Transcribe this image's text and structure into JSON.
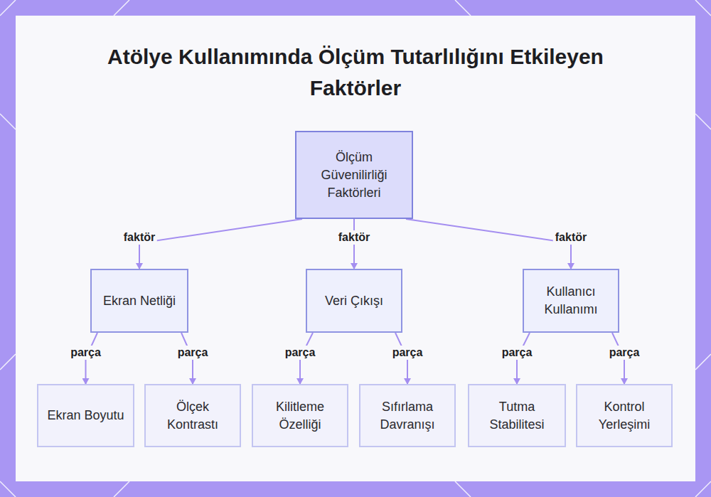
{
  "diagram": {
    "title": "Atölye Kullanımında Ölçüm Tutarlılığını Etkileyen Faktörler",
    "nodes": [
      {
        "text": [
          "Ölçüm Güvenilirliği Faktörleri"
        ]
      },
      {
        "text": [
          "Ekran Netliği"
        ]
      },
      {
        "text": [
          "Veri Çıkışı"
        ]
      },
      {
        "text": [
          "Kullanıcı Kullanımı"
        ]
      },
      {
        "text": [
          "Ekran Boyutu"
        ]
      },
      {
        "text": [
          "Ölçek Kontrastı"
        ]
      },
      {
        "text": [
          "Kilitleme Özelliği"
        ]
      },
      {
        "text": [
          "Sıfırlama Davranışı"
        ]
      },
      {
        "text": [
          "Tutma Stabilitesi"
        ]
      },
      {
        "text": [
          "Kontrol Yerleşimi"
        ]
      }
    ],
    "edges": [
      {
        "from": 0,
        "to": 1,
        "label": "faktör",
        "arrow": "to"
      },
      {
        "from": 0,
        "to": 2,
        "label": "faktör",
        "arrow": "to"
      },
      {
        "from": 0,
        "to": 3,
        "label": "faktör",
        "arrow": "to"
      },
      {
        "from": 1,
        "to": 4,
        "label": "parça",
        "arrow": "to"
      },
      {
        "from": 1,
        "to": 5,
        "label": "parça",
        "arrow": "to"
      },
      {
        "from": 2,
        "to": 6,
        "label": "parça",
        "arrow": "to"
      },
      {
        "from": 2,
        "to": 7,
        "label": "parça",
        "arrow": "to"
      },
      {
        "from": 3,
        "to": 8,
        "label": "parça",
        "arrow": "to"
      },
      {
        "from": 3,
        "to": 9,
        "label": "parça",
        "arrow": "to"
      }
    ]
  }
}
